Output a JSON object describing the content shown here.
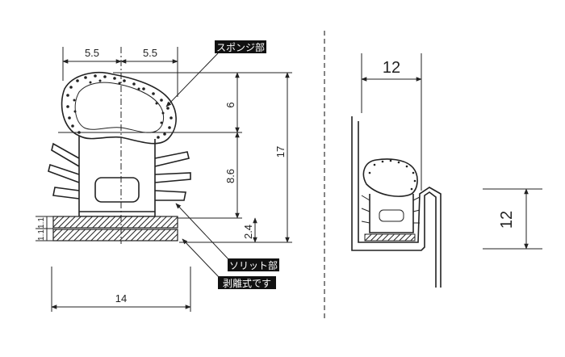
{
  "left_view": {
    "dim_top_left": "5.5",
    "dim_top_right": "5.5",
    "dim_6": "6",
    "dim_8_6": "8.6",
    "dim_2_4": "2.4",
    "dim_17": "17",
    "dim_1_1_a": "1.1",
    "dim_1_1_b": "1.1",
    "dim_14": "14"
  },
  "labels": {
    "sponge": "スポンジ部",
    "solid": "ソリット部",
    "peel": "剥離式です"
  },
  "right_view": {
    "dim_width": "12",
    "dim_height": "12"
  },
  "colors": {
    "line": "#222222",
    "label_bg": "#111111",
    "label_text": "#ffffff"
  }
}
